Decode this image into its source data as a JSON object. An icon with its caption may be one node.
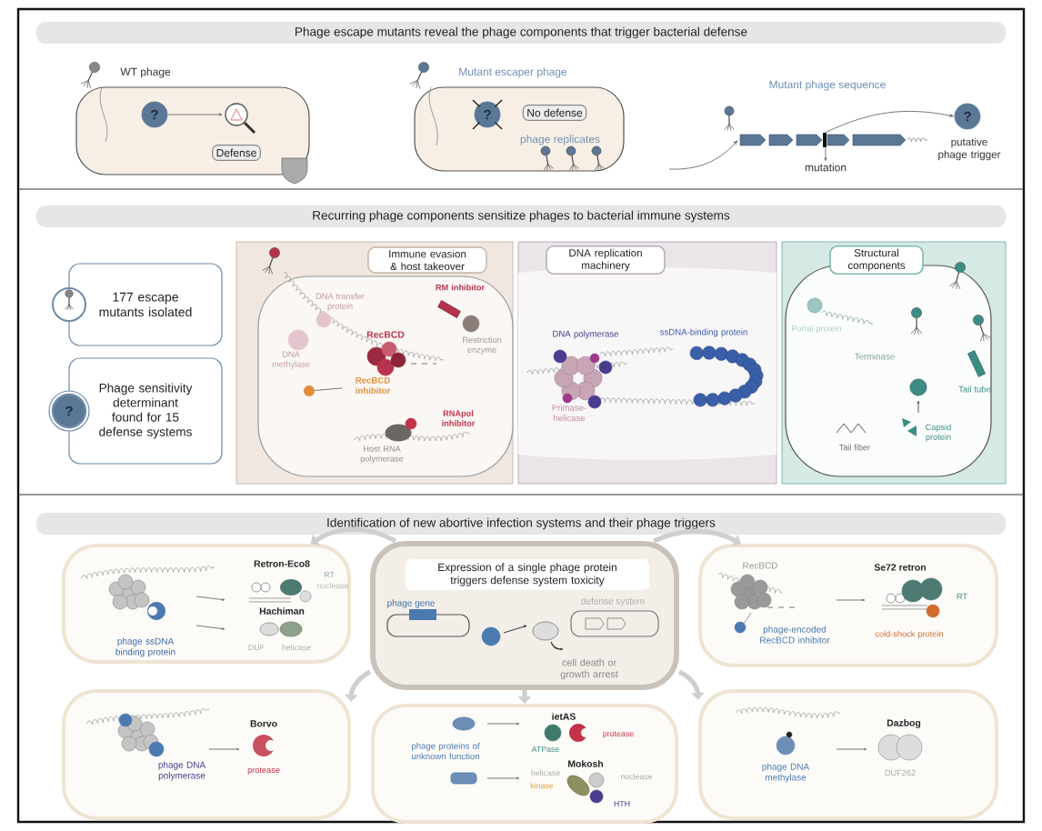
{
  "diagram": {
    "nodes": [
      {
        "text": [
          "Phage escape mutants reveal the phage components that trigger bacterial defense"
        ]
      },
      {
        "text": [
          "?"
        ]
      },
      {
        "text": [],
        "shape": "picture"
      },
      {
        "text": [
          "Defense"
        ]
      },
      {
        "text": [
          "?"
        ]
      },
      {
        "text": [
          "No defense"
        ]
      },
      {
        "text": [],
        "shape": "picture"
      },
      {
        "text": [
          "mutation"
        ]
      },
      {
        "text": [
          "?"
        ],
        "beside": [
          "putative phage trigger"
        ]
      },
      {
        "text": [
          "Recurring phage components sensitize phages to bacterial immune systems"
        ]
      },
      {
        "text": [
          "177 escape mutants isolated"
        ]
      },
      {
        "text": [
          "?"
        ]
      },
      {
        "text": [
          "Phage sensitivity determinant found for 15 defense systems"
        ]
      },
      {
        "text": [
          "Immune evasion & host takeover"
        ]
      },
      {
        "text": [
          "RecBCD inhibitor"
        ],
        "in": 13
      },
      {
        "text": [],
        "shape": "circle",
        "in": 13
      },
      {
        "text": [
          "DNA replication machinery"
        ]
      },
      {
        "text": [
          "Structural components"
        ]
      },
      {
        "text": [
          "Identification of new abortive infection systems and their phage triggers"
        ]
      },
      {
        "text": [
          "Retron-Eco8",
          "RT",
          "nuclease",
          "Hachiman",
          "phage ssDNA binding protein",
          "DUF",
          "helicase"
        ]
      },
      {
        "text": [
          "Expression of a single phage protein triggers defense system toxicity",
          "phage gene",
          "defense system",
          "cell death or growth arrest"
        ]
      },
      {
        "text": [
          "RecBCD",
          "Se72 retron",
          "RT",
          "phage-encoded RecBCD inhibitor",
          "cold-shock protein"
        ]
      },
      {
        "text": [
          "Borvo",
          "phage DNA polymerase",
          "protease"
        ]
      },
      {
        "text": [
          "phage proteins of unknown function",
          "ietAS",
          "ATPase",
          "protease",
          "Mokosh",
          "helicase",
          "kinase",
          "nuclease",
          "HTH"
        ]
      },
      {
        "text": [
          "Dazbog",
          "phage DNA methylase",
          "DUF262"
        ]
      }
    ],
    "edges": [
      {
        "from": 1,
        "to": 2,
        "arrow": "to"
      },
      {
        "from": null,
        "to": 6,
        "arrow": "to"
      },
      {
        "from": 6,
        "to": 7,
        "arrow": "to"
      },
      {
        "from": 6,
        "to": 8,
        "arrow": "to"
      },
      {
        "from": 14,
        "to": 15,
        "arrow": "none"
      },
      {
        "from": 20,
        "to": 19,
        "arrow": "to",
        "style": "thick",
        "color": "#cfcfcf"
      },
      {
        "from": 20,
        "to": 21,
        "arrow": "to",
        "style": "thick",
        "color": "#cfcfcf"
      },
      {
        "from": 20,
        "to": 22,
        "arrow": "to",
        "style": "thick",
        "color": "#cfcfcf"
      },
      {
        "from": 20,
        "to": 23,
        "arrow": "to",
        "style": "thick",
        "color": "#cfcfcf"
      },
      {
        "from": 20,
        "to": 24,
        "arrow": "to",
        "style": "thick",
        "color": "#cfcfcf"
      }
    ],
    "labels": [
      "WT phage",
      "Mutant escaper phage",
      "phage replicates",
      "Mutant phage sequence",
      "DNA transfer protein",
      "RM inhibitor",
      "RecBCD",
      "Restriction enzyme",
      "DNA methylase",
      "RNApol inhibitor",
      "Host RNA polymerase",
      "DNA polymerase",
      "ssDNA-binding protein",
      "Primase-helicase",
      "Portal protein",
      "Terminase",
      "Tail tube",
      "Capsid protein",
      "Tail fiber"
    ]
  }
}
